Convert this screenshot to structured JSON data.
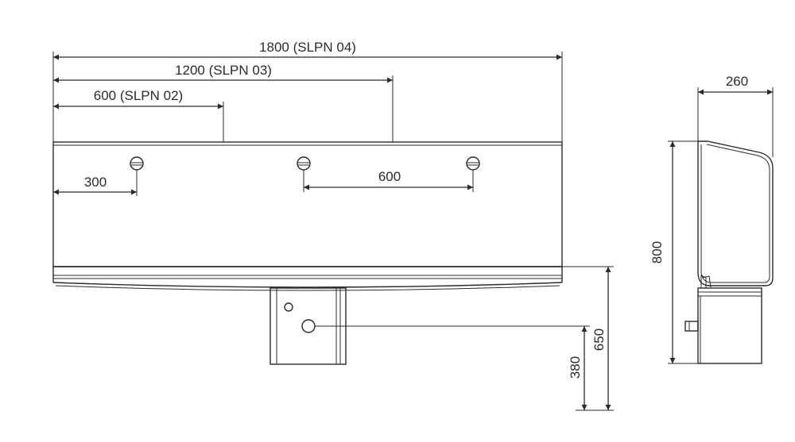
{
  "dimensions": {
    "total_1800": "1800 (SLPN 04)",
    "total_1200": "1200 (SLPN 03)",
    "total_600": "600 (SLPN 02)",
    "offset_300": "300",
    "spacing_600": "600",
    "depth_260": "260",
    "height_800": "800",
    "height_650": "650",
    "height_380": "380"
  },
  "colors": {
    "line": "#2b2b2b",
    "background": "#ffffff"
  }
}
